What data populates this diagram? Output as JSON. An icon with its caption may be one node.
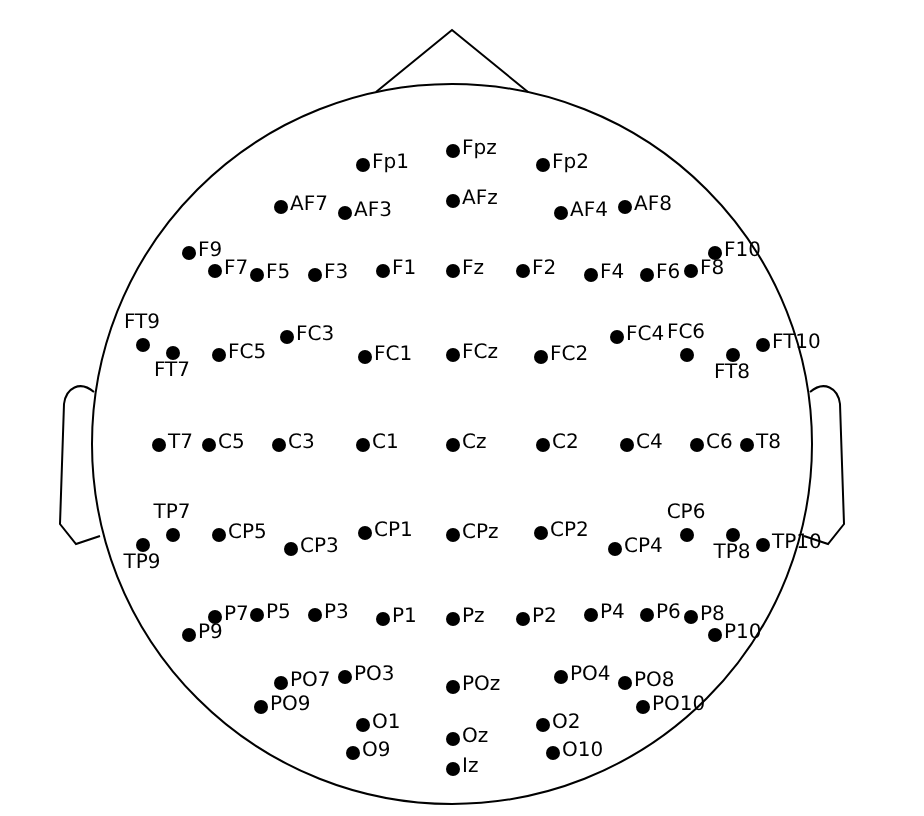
{
  "diagram": {
    "labels": [
      "Fp1",
      "Fpz",
      "Fp2",
      "AF7",
      "AF3",
      "AFz",
      "AF4",
      "AF8",
      "F9",
      "F7",
      "F5",
      "F3",
      "F1",
      "Fz",
      "F2",
      "F4",
      "F6",
      "F8",
      "F10",
      "FT9",
      "FT7",
      "FC5",
      "FC3",
      "FC1",
      "FCz",
      "FC2",
      "FC4",
      "FC6",
      "FT8",
      "FT10",
      "T7",
      "C5",
      "C3",
      "C1",
      "Cz",
      "C2",
      "C4",
      "C6",
      "T8",
      "TP9",
      "TP7",
      "CP5",
      "CP3",
      "CP1",
      "CPz",
      "CP2",
      "CP4",
      "CP6",
      "TP8",
      "TP10",
      "P9",
      "P7",
      "P5",
      "P3",
      "P1",
      "Pz",
      "P2",
      "P4",
      "P6",
      "P8",
      "P10",
      "PO9",
      "PO7",
      "PO3",
      "POz",
      "PO4",
      "PO8",
      "PO10",
      "O9",
      "O1",
      "Oz",
      "O2",
      "O10",
      "Iz"
    ]
  }
}
